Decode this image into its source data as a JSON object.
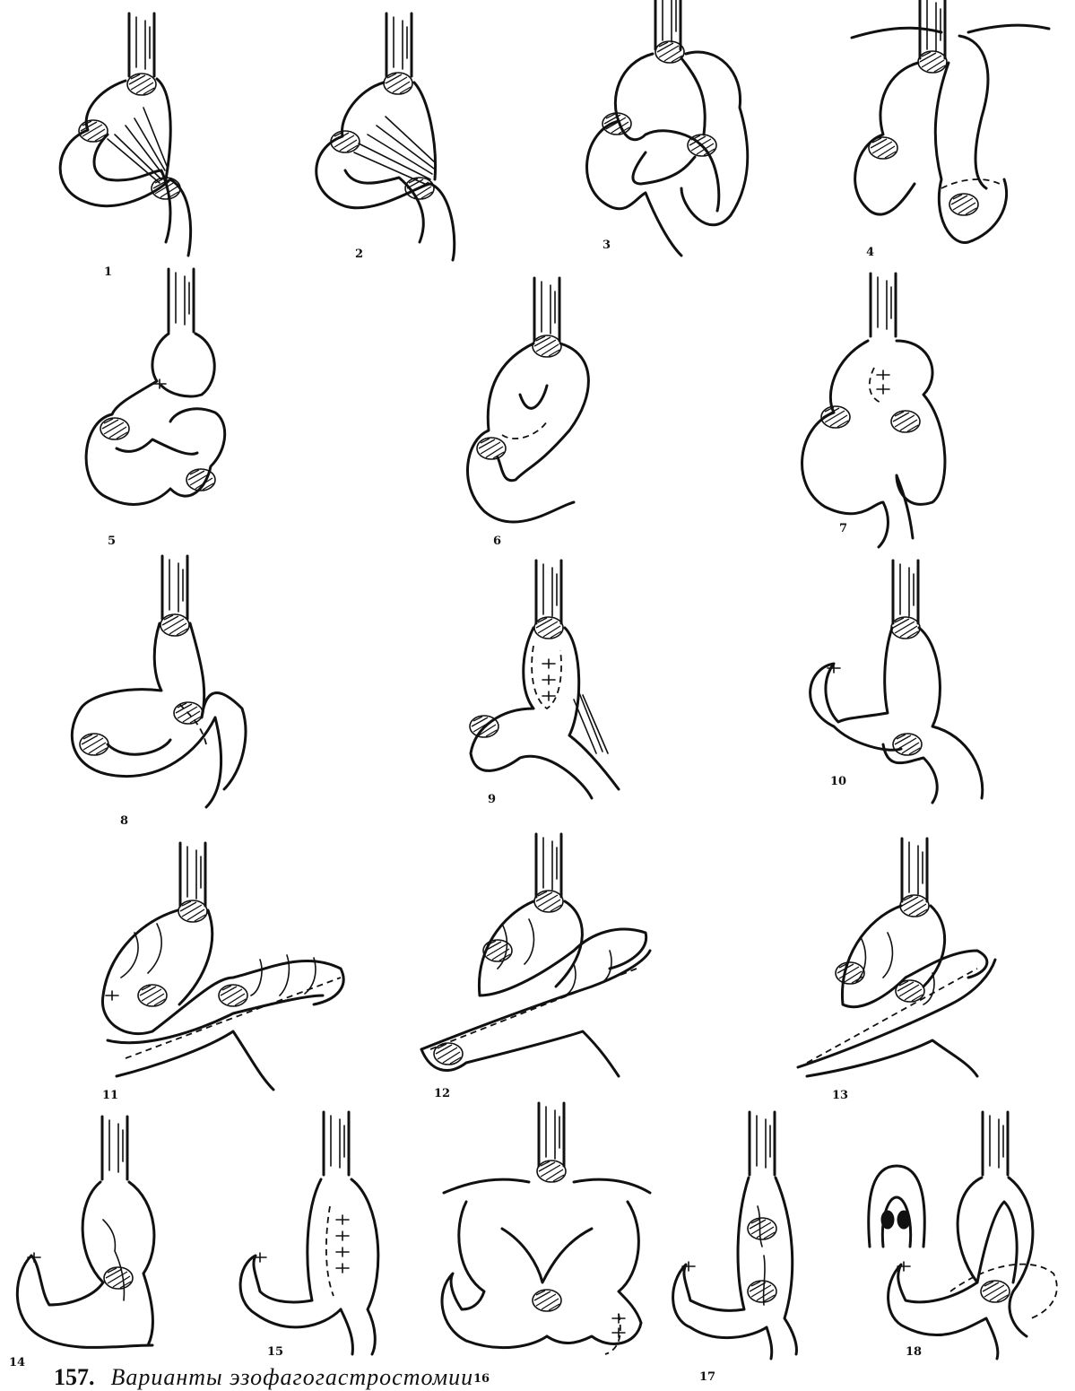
{
  "figures": [
    {
      "id": "fig-1",
      "label": "1"
    },
    {
      "id": "fig-2",
      "label": "2"
    },
    {
      "id": "fig-3",
      "label": "3"
    },
    {
      "id": "fig-4",
      "label": "4"
    },
    {
      "id": "fig-5",
      "label": "5"
    },
    {
      "id": "fig-6",
      "label": "6"
    },
    {
      "id": "fig-7",
      "label": "7"
    },
    {
      "id": "fig-8",
      "label": "8"
    },
    {
      "id": "fig-9",
      "label": "9"
    },
    {
      "id": "fig-10",
      "label": "10"
    },
    {
      "id": "fig-11",
      "label": "11"
    },
    {
      "id": "fig-12",
      "label": "12"
    },
    {
      "id": "fig-13",
      "label": "13"
    },
    {
      "id": "fig-14",
      "label": "14"
    },
    {
      "id": "fig-15",
      "label": "15"
    },
    {
      "id": "fig-16",
      "label": "16"
    },
    {
      "id": "fig-17",
      "label": "17"
    },
    {
      "id": "fig-18",
      "label": "18"
    }
  ],
  "caption": {
    "number": "157.",
    "text": "Варианты эзофагогастростомии"
  }
}
